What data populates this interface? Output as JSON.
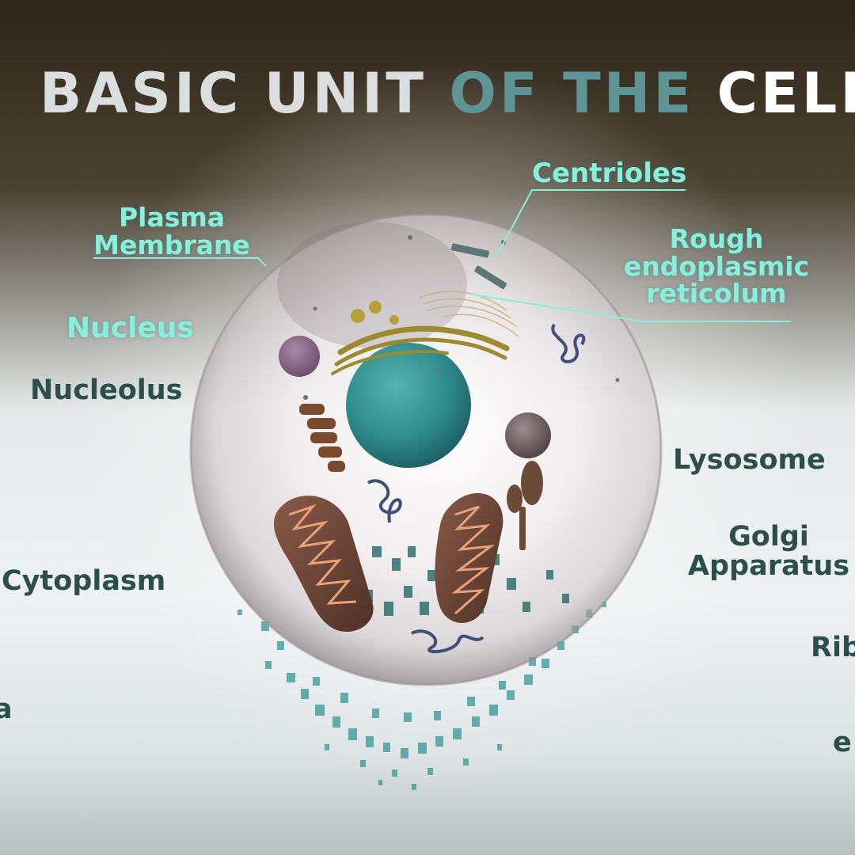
{
  "title": {
    "part1": "BASIC UNIT",
    "part2": "OF THE",
    "part3": "CELL"
  },
  "labels": {
    "plasma_membrane_line1": "Plasma",
    "plasma_membrane_line2": "Membrane",
    "centrioles": "Centrioles",
    "rough_er_line1": "Rough",
    "rough_er_line2": "endoplasmic",
    "rough_er_line3": "reticolum",
    "nucleus": "Nucleus",
    "nucleolus": "Nucleolus",
    "lysosome": "Lysosome",
    "golgi_line1": "Golgi",
    "golgi_line2": "Apparatus",
    "cytoplasm": "Cytoplasm",
    "ribosome_partial": "Rib",
    "left_partial": "a",
    "right_partial": "e"
  },
  "colors": {
    "callout_cyan": "#86f0dc",
    "label_dark": "#2c4f4b",
    "nucleus_teal": "#2f8b8c",
    "mitochondria": "#6b4436",
    "cristae": "#e9a277"
  }
}
